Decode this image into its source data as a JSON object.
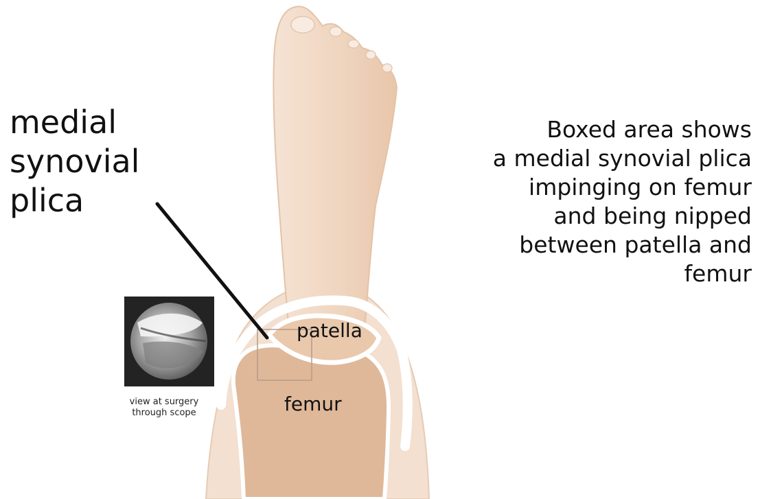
{
  "labels": {
    "structure": "medial\nsynovial\nplica",
    "description": "Boxed area shows\na medial synovial plica\nimpinging on femur\nand being nipped\nbetween patella and\nfemur",
    "patella": "patella",
    "femur": "femur",
    "scope_caption": "view at surgery\nthrough scope"
  },
  "colors": {
    "skin_light": "#f1dccb",
    "skin_mid": "#e9c8ac",
    "bone": "#dfb899",
    "cartilage_outline": "#ffffff",
    "box_outline": "#b79a86",
    "leader_line": "#111111",
    "scope_background": "#232323"
  }
}
